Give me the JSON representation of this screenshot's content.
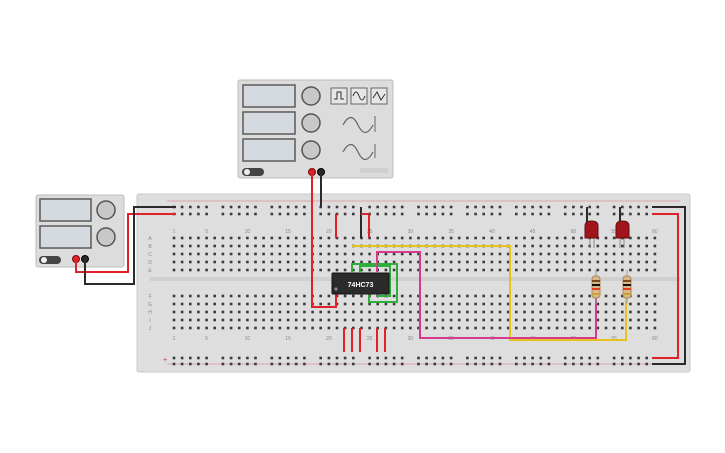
{
  "function_generator": {
    "waveforms": [
      "square-wave",
      "sine-wave",
      "triangle-wave"
    ],
    "power_state": "off"
  },
  "power_supply": {
    "power_state": "off"
  },
  "breadboard": {
    "top_column_numbers": [
      "1",
      "5",
      "10",
      "15",
      "20",
      "25",
      "30",
      "35",
      "40",
      "45",
      "50",
      "55",
      "60"
    ],
    "bottom_column_numbers": [
      "1",
      "5",
      "10",
      "15",
      "20",
      "25",
      "30",
      "35",
      "40",
      "45",
      "50",
      "55",
      "60"
    ],
    "top_row_letters": [
      "A",
      "B",
      "C",
      "D",
      "E"
    ],
    "bottom_row_letters": [
      "F",
      "G",
      "H",
      "I",
      "J"
    ]
  },
  "chip": {
    "label": "74HC73"
  },
  "leds": [
    "led-1",
    "led-2"
  ],
  "resistors": [
    "resistor-1",
    "resistor-2"
  ],
  "wire_colors": {
    "power": "#e0202a",
    "ground": "#2a2a2a",
    "clock": "#e8c21a",
    "data": "#d63a8f",
    "jumper": "#2fae3a"
  }
}
